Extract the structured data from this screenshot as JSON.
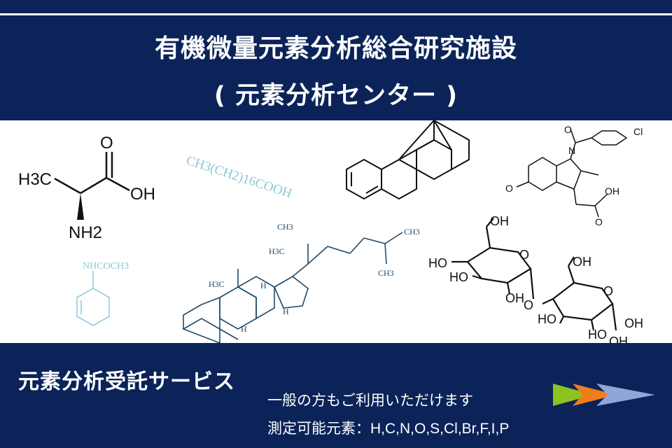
{
  "header": {
    "title_line1": "有機微量元素分析総合研究施設",
    "title_line2": "( 元素分析センター )"
  },
  "artwork": {
    "stearic_acid": "CH3(CH2)16COOH",
    "acetanilide": "NHCOCH3",
    "alanine_H3C": "H3C",
    "alanine_O": "O",
    "alanine_OH": "OH",
    "alanine_NH2": "NH2",
    "chol_CH3_top": "CH3",
    "chol_H3C_mid": "H3C",
    "chol_CH3_right1": "CH3",
    "chol_CH3_right2": "CH3",
    "chol_H3C_left": "H3C",
    "chol_H1": "H",
    "chol_H2": "H",
    "chol_H3": "H",
    "indo_Cl": "Cl",
    "indo_N": "N",
    "indo_O1": "O",
    "indo_O2": "O",
    "indo_OH": "OH",
    "indo_O3": "O",
    "sugar_OH_top1": "OH",
    "sugar_HO_1": "HO",
    "sugar_HO_2": "HO",
    "sugar_O_ring1": "O",
    "sugar_OH_3": "OH",
    "sugar_O_link": "O",
    "sugar_OH_top2": "OH",
    "sugar_HO_3": "HO",
    "sugar_O_ring2": "O",
    "sugar_OH_4": "OH",
    "sugar_HO_4": "HO",
    "sugar_OH_5": "OH"
  },
  "service": {
    "title": "元素分析受託サービス",
    "subtitle": "一般の方もご利用いただけます",
    "elements": "測定可能元素：H,C,N,O,S,Cl,Br,F,I,P"
  },
  "colors": {
    "navy": "#0b2358",
    "arrow_green": "#8dc21f",
    "arrow_orange": "#f07d1c",
    "arrow_blue": "#8fa6d6",
    "faded_teal": "#8cc7d6"
  }
}
